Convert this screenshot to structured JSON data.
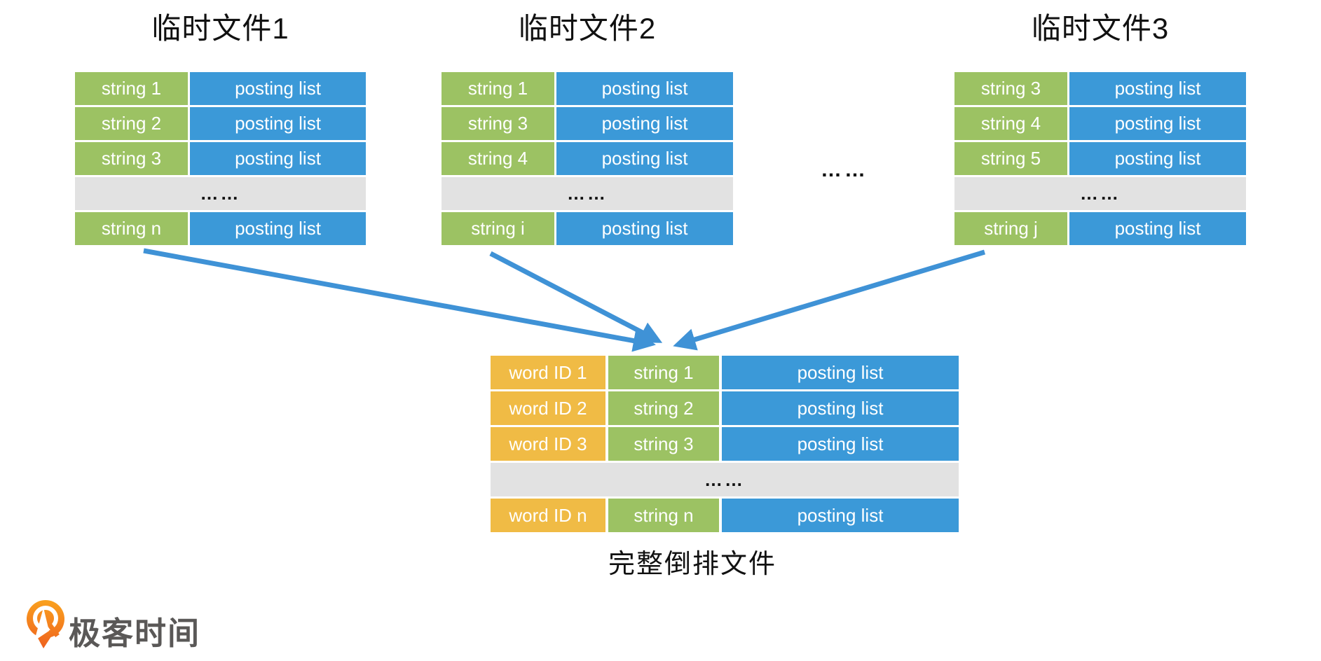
{
  "colors": {
    "term_green": "#9cc263",
    "posting_blue": "#3b99d8",
    "word_id_yellow": "#f0bb45",
    "ellipsis_gray": "#e2e2e2",
    "arrow_blue": "#3f92d6",
    "title_text": "#111111",
    "logo_orange_light": "#faa21e",
    "logo_orange_dark": "#ee5f1e",
    "logo_text_gray": "#5a5857"
  },
  "temp_files": [
    {
      "title": "临时文件1",
      "rows": [
        {
          "term": "string 1",
          "posting": "posting list"
        },
        {
          "term": "string 2",
          "posting": "posting list"
        },
        {
          "term": "string 3",
          "posting": "posting list"
        }
      ],
      "ellipsis": "……",
      "last_row": {
        "term": "string n",
        "posting": "posting list"
      }
    },
    {
      "title": "临时文件2",
      "rows": [
        {
          "term": "string 1",
          "posting": "posting list"
        },
        {
          "term": "string 3",
          "posting": "posting list"
        },
        {
          "term": "string 4",
          "posting": "posting list"
        }
      ],
      "ellipsis": "……",
      "last_row": {
        "term": "string i",
        "posting": "posting list"
      }
    },
    {
      "title": "临时文件3",
      "rows": [
        {
          "term": "string 3",
          "posting": "posting list"
        },
        {
          "term": "string 4",
          "posting": "posting list"
        },
        {
          "term": "string 5",
          "posting": "posting list"
        }
      ],
      "ellipsis": "……",
      "last_row": {
        "term": "string j",
        "posting": "posting list"
      }
    }
  ],
  "between_files_ellipsis": "……",
  "merged_file": {
    "caption": "完整倒排文件",
    "rows": [
      {
        "word_id": "word ID 1",
        "term": "string 1",
        "posting": "posting list"
      },
      {
        "word_id": "word ID 2",
        "term": "string 2",
        "posting": "posting list"
      },
      {
        "word_id": "word ID 3",
        "term": "string 3",
        "posting": "posting list"
      }
    ],
    "ellipsis": "……",
    "last_row": {
      "word_id": "word ID n",
      "term": "string n",
      "posting": "posting list"
    }
  },
  "logo": {
    "icon": "geektime-pin-icon",
    "text": "极客时间"
  }
}
